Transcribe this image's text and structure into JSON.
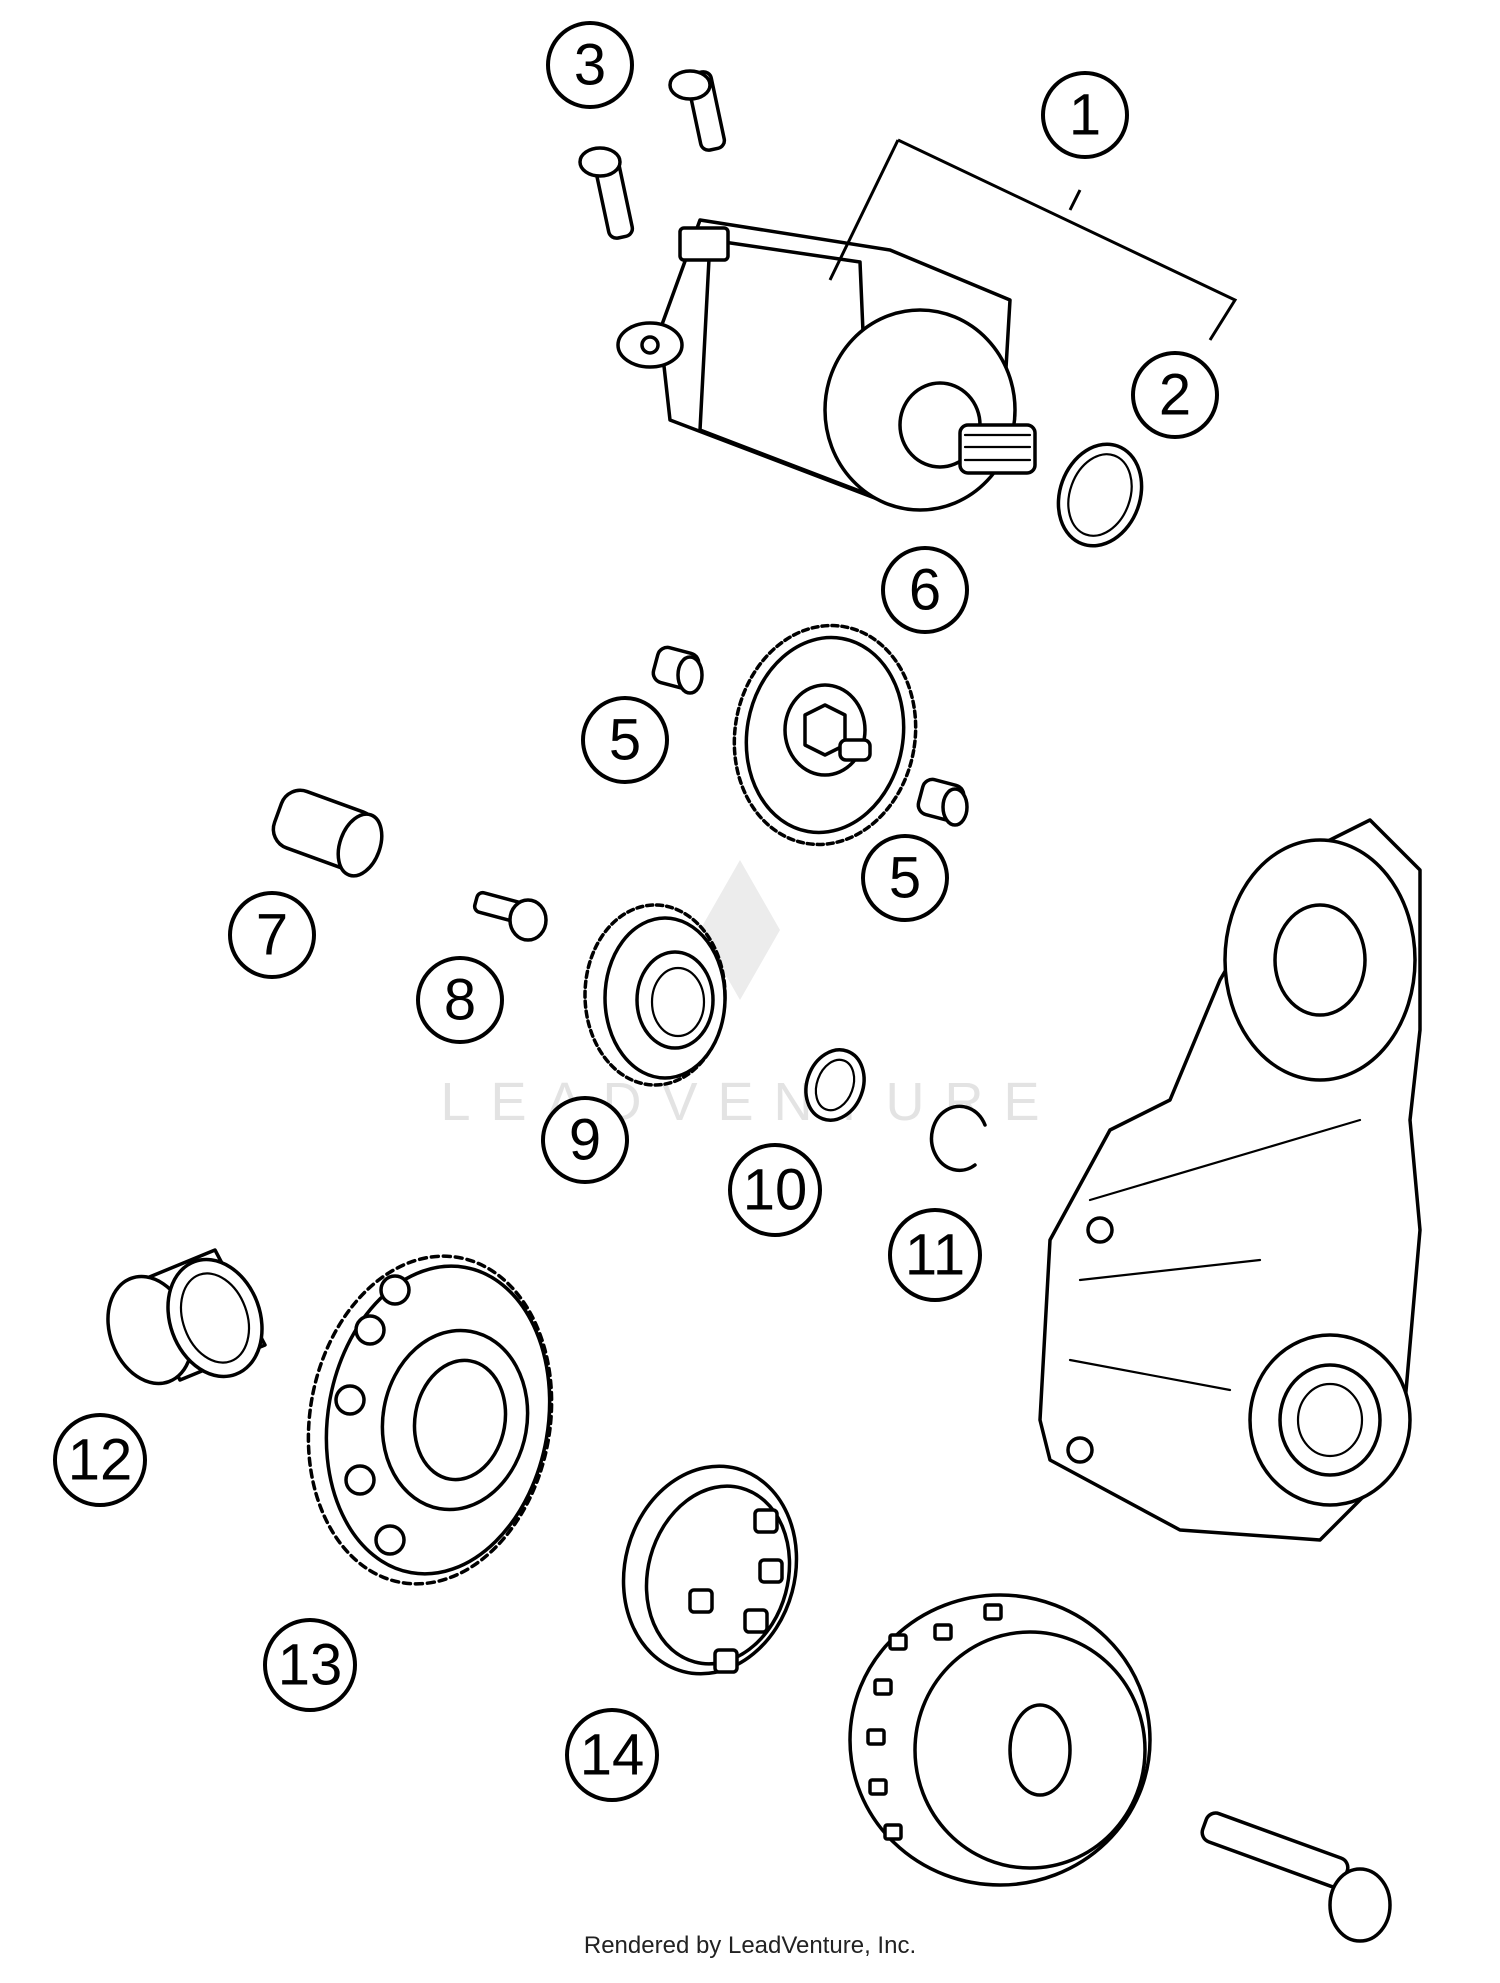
{
  "callouts": [
    {
      "id": "1",
      "label": "1"
    },
    {
      "id": "2",
      "label": "2"
    },
    {
      "id": "3",
      "label": "3"
    },
    {
      "id": "5a",
      "label": "5"
    },
    {
      "id": "5b",
      "label": "5"
    },
    {
      "id": "6",
      "label": "6"
    },
    {
      "id": "7",
      "label": "7"
    },
    {
      "id": "8",
      "label": "8"
    },
    {
      "id": "9",
      "label": "9"
    },
    {
      "id": "10",
      "label": "10"
    },
    {
      "id": "11",
      "label": "11"
    },
    {
      "id": "12",
      "label": "12"
    },
    {
      "id": "13",
      "label": "13"
    },
    {
      "id": "14",
      "label": "14"
    }
  ],
  "watermark": {
    "text": "LEADVENTURE"
  },
  "footer": {
    "text": "Rendered by LeadVenture, Inc."
  }
}
